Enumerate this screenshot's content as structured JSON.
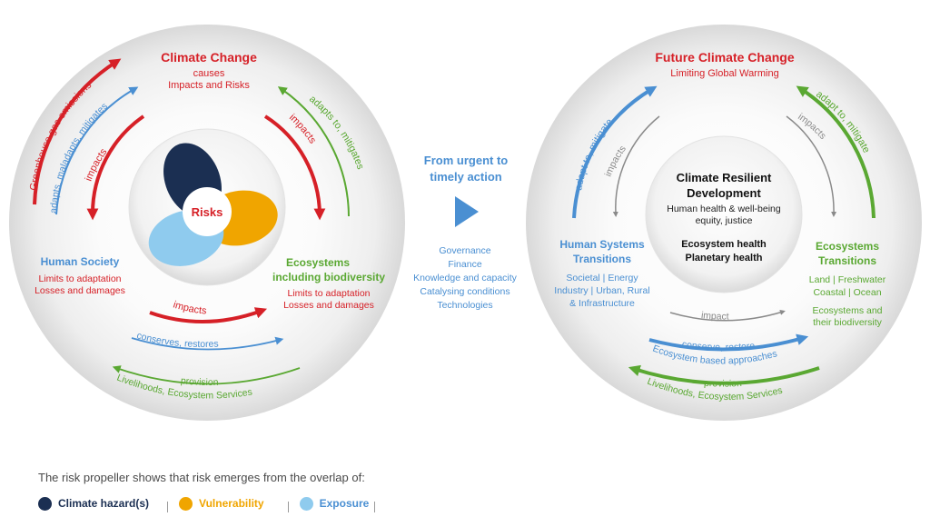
{
  "left_circle": {
    "title": "Climate Change",
    "subtitle_1": "causes",
    "subtitle_2": "Impacts and Risks",
    "center_label": "Risks",
    "arrow_greenhouse": "Greenhouse gas emissions",
    "arrow_adapts_maladapts": "adapts, maladapts, mitigates",
    "arrow_impacts_left": "impacts",
    "arrow_impacts_right": "impacts",
    "arrow_adapts_mitigates": "adapts to, mitigates",
    "human_society": {
      "title": "Human Society",
      "line_1": "Limits to adaptation",
      "line_2": "Losses and damages"
    },
    "ecosystems": {
      "title_1": "Ecosystems",
      "title_2": "including biodiversity",
      "line_1": "Limits to adaptation",
      "line_2": "Losses and damages"
    },
    "arrow_impacts_bottom": "impacts",
    "arrow_conserves": "conserves, restores",
    "arrow_provision": "provision",
    "arrow_livelihoods": "Livelihoods, Ecosystem Services"
  },
  "middle": {
    "title_1": "From urgent to",
    "title_2": "timely action",
    "items": [
      "Governance",
      "Finance",
      "Knowledge and capacity",
      "Catalysing conditions",
      "Technologies"
    ]
  },
  "right_circle": {
    "title": "Future Climate Change",
    "subtitle": "Limiting Global Warming",
    "center": {
      "title_1": "Climate Resilient",
      "title_2": "Development",
      "line_1": "Human health & well-being",
      "line_2": "equity, justice",
      "line_3": "Ecosystem health",
      "line_4": "Planetary health"
    },
    "arrow_adapt_left": "adapt to, mitigate",
    "arrow_impacts_left": "impacts",
    "arrow_impacts_right": "impacts",
    "arrow_adapt_right": "adapt to, mitigate",
    "human_systems": {
      "title_1": "Human Systems",
      "title_2": "Transitions",
      "line_1": "Societal | Energy",
      "line_2": "Industry | Urban, Rural",
      "line_3": "& Infrastructure"
    },
    "ecosystems": {
      "title_1": "Ecosystems",
      "title_2": "Transitions",
      "line_1": "Land | Freshwater",
      "line_2": "Coastal | Ocean",
      "line_3": "Ecosystems and",
      "line_4": "their biodiversity"
    },
    "arrow_impact": "impact",
    "arrow_conserve": "conserve, restore",
    "arrow_ecosystem_based": "Ecosystem based approaches",
    "arrow_provision": "provision",
    "arrow_livelihoods": "Livelihoods, Ecosystem Services"
  },
  "legend": {
    "intro": "The risk propeller shows that risk emerges from the overlap of:",
    "items": [
      {
        "label": "Climate hazard(s)",
        "color": "#1b2f52"
      },
      {
        "label": "Vulnerability",
        "color": "#f0a500"
      },
      {
        "label": "Exposure",
        "color": "#8fcbee"
      }
    ]
  },
  "colors": {
    "red": "#d62027",
    "blue": "#4a8fd2",
    "green": "#5aa832",
    "gray": "#8a8a8a",
    "navy": "#1b2f52",
    "orange": "#f0a500",
    "light_blue": "#8fcbee"
  }
}
